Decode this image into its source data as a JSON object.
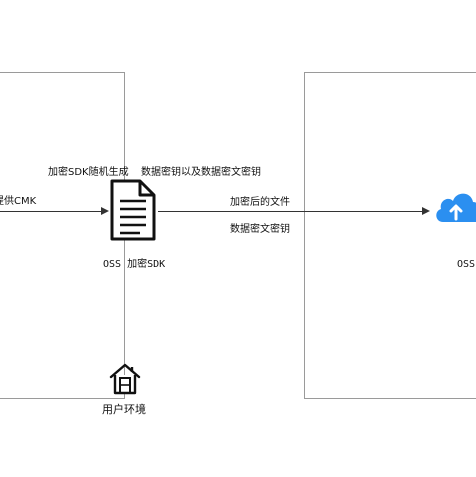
{
  "diagram": {
    "sdk_label_1": "加密SDK随机生成",
    "sdk_label_2": "数据密钥以及数据密文密钥",
    "left_edge_label": "提供CMK",
    "sdk_node_label": "OSS 加密SDK",
    "arrow_label_top": "加密后的文件",
    "arrow_label_bottom": "数据密文密钥",
    "env_label": "用户环境",
    "oss_label": "OSS",
    "icons": [
      "document-icon",
      "house-icon",
      "cloud-upload-icon"
    ],
    "colors": {
      "cloud": "#2b8ff0",
      "line": "#333333",
      "box_border": "#9a9a9a"
    }
  }
}
